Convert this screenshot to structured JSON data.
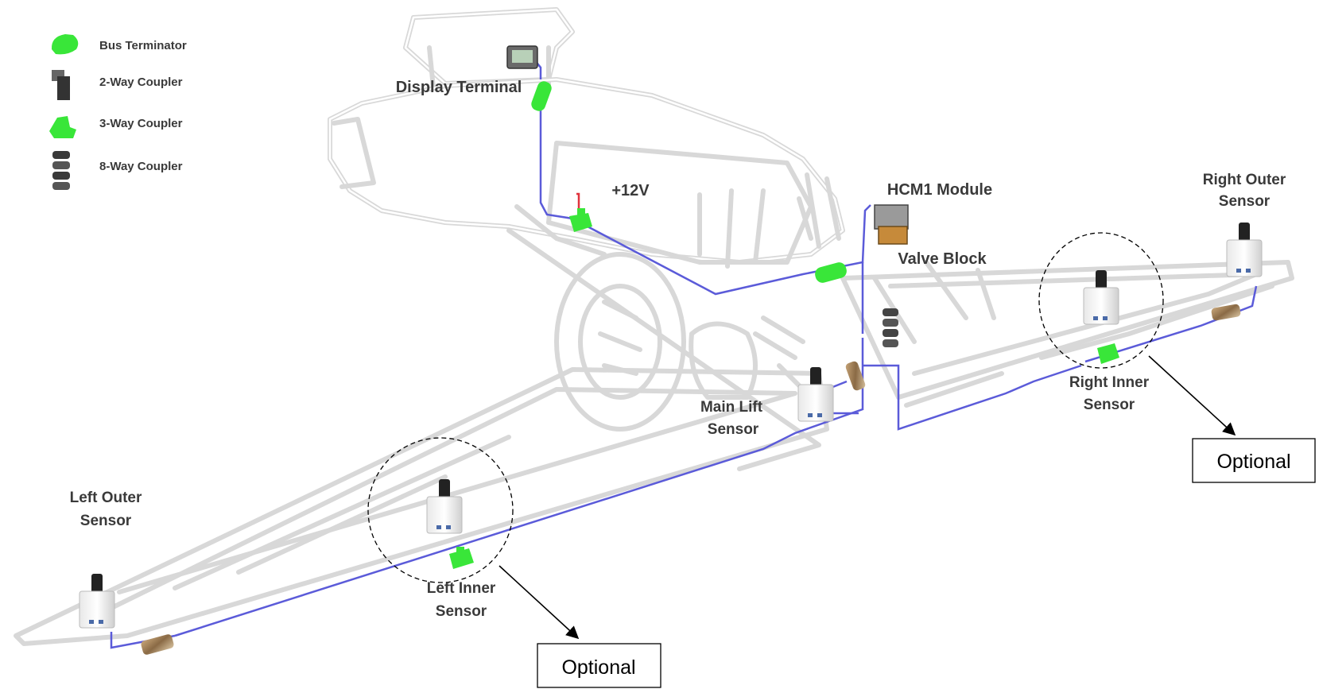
{
  "legend": {
    "items": [
      {
        "icon": "bus-terminator-icon",
        "label": "Bus Terminator"
      },
      {
        "icon": "two-way-coupler-icon",
        "label": "2-Way Coupler"
      },
      {
        "icon": "three-way-coupler-icon",
        "label": "3-Way Coupler"
      },
      {
        "icon": "eight-way-coupler-icon",
        "label": "8-Way Coupler"
      }
    ]
  },
  "labels": {
    "display_terminal": "Display Terminal",
    "power": "+12V",
    "hcm1_module": "HCM1 Module",
    "valve_block": "Valve Block",
    "right_outer_line1": "Right Outer",
    "right_outer_line2": "Sensor",
    "right_inner_line1": "Right Inner",
    "right_inner_line2": "Sensor",
    "main_lift_line1": "Main Lift",
    "main_lift_line2": "Sensor",
    "left_outer_line1": "Left Outer",
    "left_outer_line2": "Sensor",
    "left_inner_line1": "Left Inner",
    "left_inner_line2": "Sensor",
    "optional_right": "Optional",
    "optional_left": "Optional"
  },
  "colors": {
    "wire": "#5b5bd9",
    "terminator": "#39e639",
    "power_wire": "#e0333d",
    "outline": "#d8d8d8"
  }
}
